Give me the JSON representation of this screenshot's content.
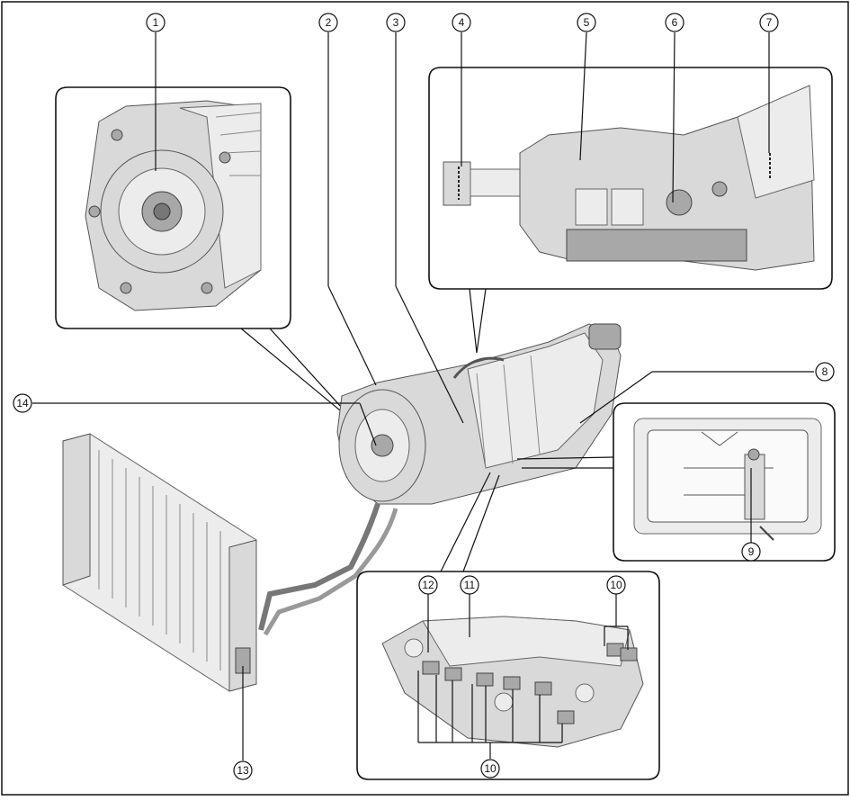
{
  "callouts": [
    {
      "id": "c1",
      "label": "1"
    },
    {
      "id": "c2",
      "label": "2"
    },
    {
      "id": "c3",
      "label": "3"
    },
    {
      "id": "c4",
      "label": "4"
    },
    {
      "id": "c5",
      "label": "5"
    },
    {
      "id": "c6",
      "label": "6"
    },
    {
      "id": "c7",
      "label": "7"
    },
    {
      "id": "c8",
      "label": "8"
    },
    {
      "id": "c9",
      "label": "9"
    },
    {
      "id": "c10a",
      "label": "10"
    },
    {
      "id": "c10b",
      "label": "10"
    },
    {
      "id": "c11",
      "label": "11"
    },
    {
      "id": "c12",
      "label": "12"
    },
    {
      "id": "c13",
      "label": "13"
    },
    {
      "id": "c14",
      "label": "14"
    }
  ]
}
